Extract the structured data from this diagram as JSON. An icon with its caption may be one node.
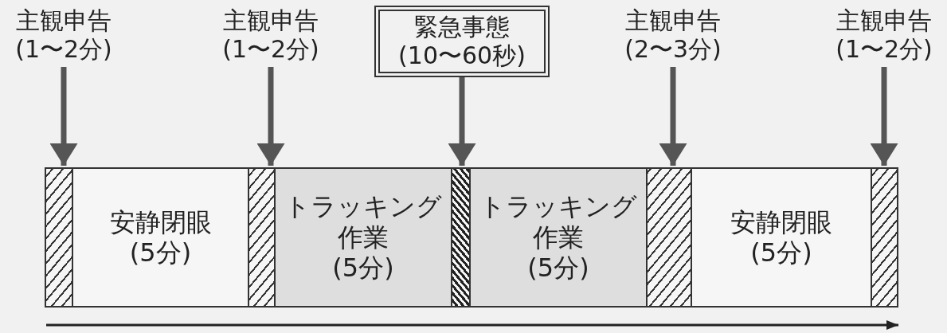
{
  "diagram": {
    "nodes": [
      {
        "text": [
          "主観申告",
          "(1〜2分)"
        ]
      },
      {
        "text": [
          "主観申告",
          "(1〜2分)"
        ]
      },
      {
        "text": [
          "緊急事態",
          "(10〜60秒)"
        ]
      },
      {
        "text": [
          "主観申告",
          "(2〜3分)"
        ]
      },
      {
        "text": [
          "主観申告",
          "(1〜2分)"
        ]
      },
      {
        "text": [],
        "shape": "bar"
      },
      {
        "text": [
          "安静閉眼",
          "(5分)"
        ]
      },
      {
        "text": [],
        "shape": "bar"
      },
      {
        "text": [
          "トラッキング作業",
          "(5分)"
        ]
      },
      {
        "text": [],
        "shape": "bar"
      },
      {
        "text": [
          "トラッキング作業",
          "(5分)"
        ]
      },
      {
        "text": [],
        "shape": "bar"
      },
      {
        "text": [
          "安静閉眼",
          "(5分)"
        ]
      },
      {
        "text": [],
        "shape": "bar"
      }
    ],
    "edges": [
      {
        "from": 0,
        "to": 5,
        "arrow": "to"
      },
      {
        "from": 1,
        "to": 7,
        "arrow": "to"
      },
      {
        "from": 2,
        "to": 9,
        "arrow": "to"
      },
      {
        "from": 3,
        "to": 11,
        "arrow": "to"
      },
      {
        "from": 4,
        "to": 13,
        "arrow": "to"
      }
    ]
  }
}
